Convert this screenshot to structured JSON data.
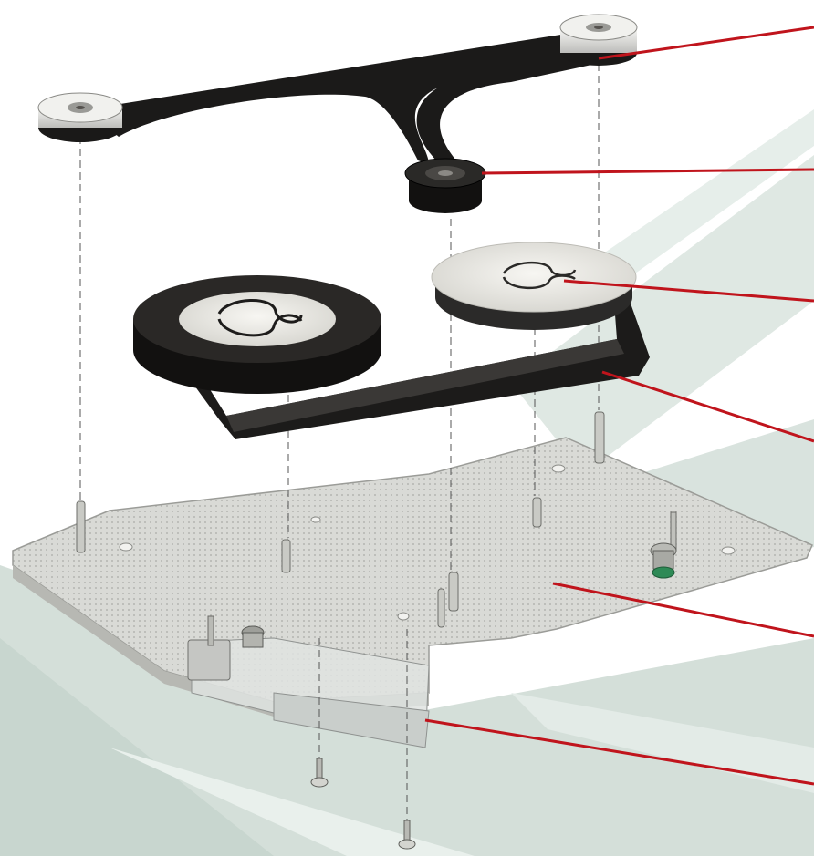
{
  "diagram": {
    "kind": "exploded-view illustration",
    "parts": [
      {
        "id": "idler-roller-left",
        "icon": "roller-icon"
      },
      {
        "id": "idler-roller-right",
        "icon": "roller-icon"
      },
      {
        "id": "capstan-drive-puck",
        "icon": "capstan-icon"
      },
      {
        "id": "supply-reel-hub",
        "icon": "reel-icon"
      },
      {
        "id": "takeup-reel-hub",
        "icon": "reel-icon"
      },
      {
        "id": "drive-belt",
        "icon": "belt-icon"
      },
      {
        "id": "base-plate",
        "icon": "plate-icon"
      },
      {
        "id": "door-latch-bracket",
        "icon": "latch-icon"
      },
      {
        "id": "mounting-screw",
        "icon": "screw-icon"
      }
    ],
    "callout_count": 6
  },
  "colors": {
    "callout_line": "#c0141c",
    "belt": "#1c1b1a",
    "plate": "#d8d9d6",
    "background_stripe": "#dfe8e3",
    "reel_face": "#ecebe6"
  }
}
